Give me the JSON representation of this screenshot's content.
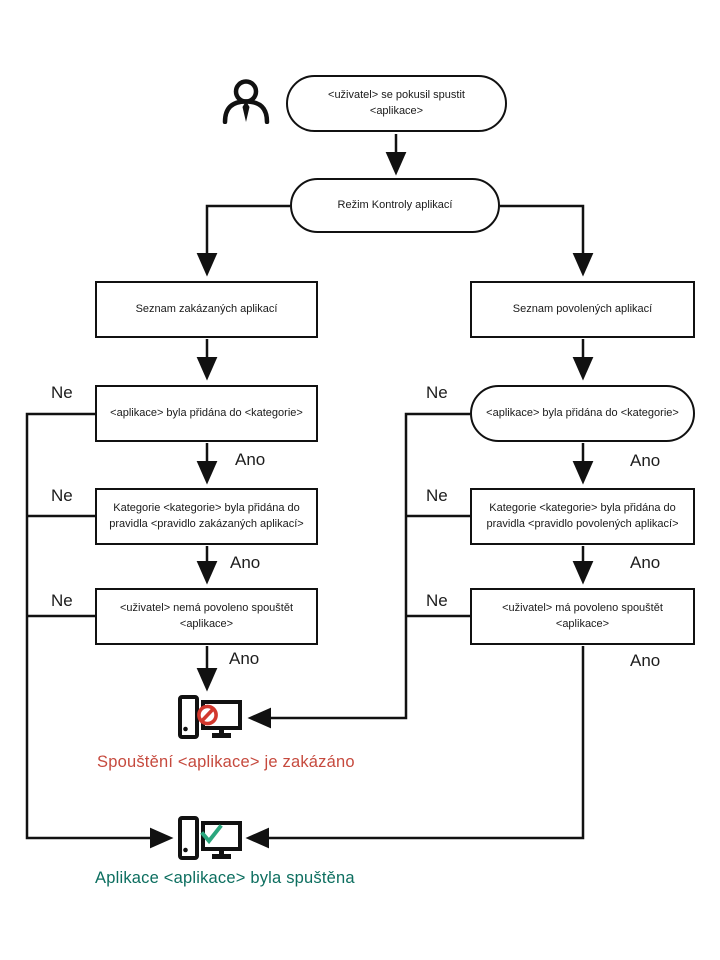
{
  "flowchart": {
    "start": "<uživatel> se pokusil spustit <aplikace>",
    "mode": "Režim Kontroly aplikací",
    "left_branch": {
      "list": "Seznam zakázaných aplikací",
      "step1": "<aplikace> byla přidána do <kategorie>",
      "step2": "Kategorie <kategorie> byla přidána do pravidla <pravidlo zakázaných aplikací>",
      "step3": "<uživatel> nemá povoleno spouštět <aplikace>"
    },
    "right_branch": {
      "list": "Seznam povolených aplikací",
      "step1": "<aplikace> byla přidána do <kategorie>",
      "step2": "Kategorie <kategorie> byla přidána do pravidla <pravidlo povolených aplikací>",
      "step3": "<uživatel> má povoleno spouštět <aplikace>"
    },
    "labels": {
      "yes": "Ano",
      "no": "Ne"
    },
    "outcomes": {
      "blocked": "Spouštění  <aplikace>  je zakázáno",
      "allowed": "Aplikace <aplikace> byla  spuštěna"
    },
    "icons": {
      "start": "user-icon",
      "blocked": "computer-prohibition-icon",
      "allowed": "computer-check-icon"
    },
    "colors": {
      "line": "#111111",
      "blocked_text": "#c64a3e",
      "allowed_text": "#0c6e5f",
      "prohibition": "#d2382e",
      "check": "#2ba77e"
    }
  }
}
